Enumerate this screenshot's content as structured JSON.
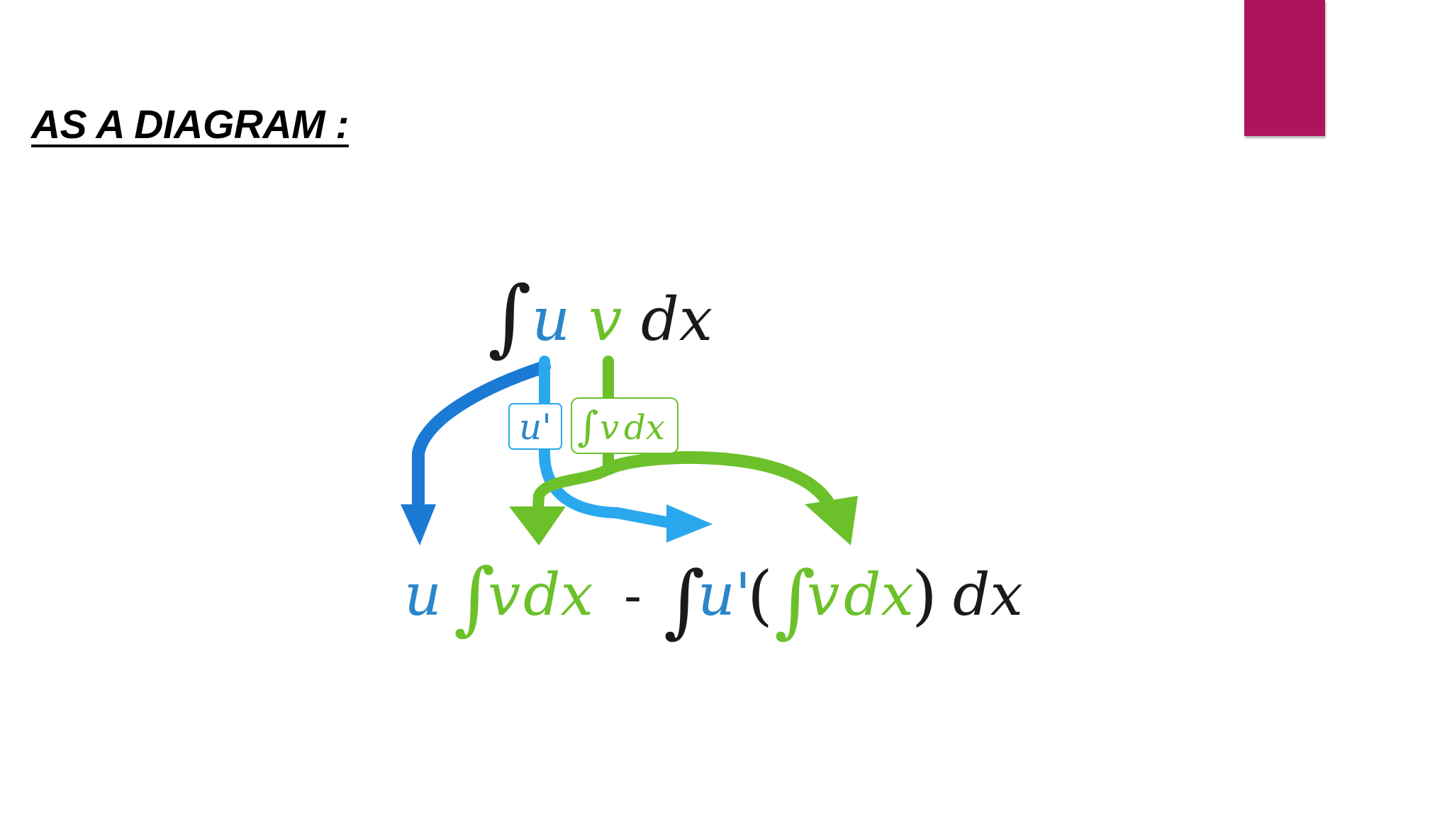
{
  "slide": {
    "title": "AS A DIAGRAM :",
    "accent_color": "#b0135e"
  },
  "diagram": {
    "colors": {
      "u": "#2a86c8",
      "u_arrow_dark": "#1a7ad4",
      "u_arrow_light": "#2aa8ee",
      "v": "#6cc12a",
      "text": "#1a1a1a"
    },
    "top_expression": {
      "integral": "∫",
      "u": "u",
      "v": "v",
      "dx": "dx"
    },
    "label_u_prime": "u'",
    "label_int_v_dx": {
      "integral": "∫",
      "v": "v",
      "dx": "dx"
    },
    "result_expression": {
      "u": "u",
      "int1": "∫",
      "v1": "v",
      "dx1": "dx",
      "minus": "-",
      "int2": "∫",
      "u_prime": "u'",
      "open_paren": "(",
      "int3": "∫",
      "v2": "v",
      "dx2": "dx",
      "close_paren": ")",
      "dx3": "dx"
    }
  }
}
